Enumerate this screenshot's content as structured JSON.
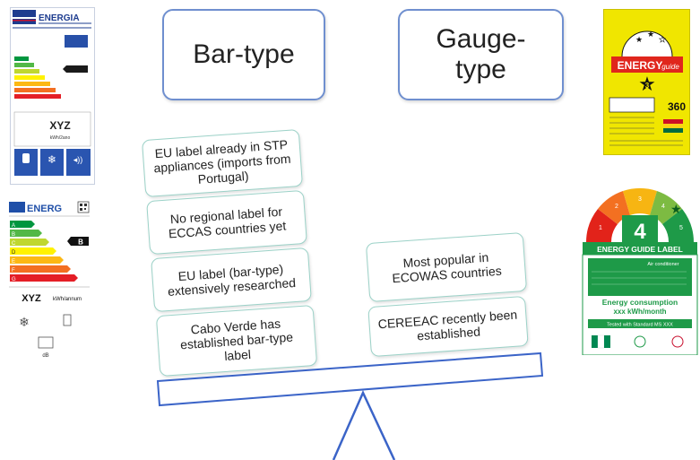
{
  "headers": {
    "bar_type": "Bar-type",
    "gauge_type": "Gauge-type"
  },
  "bar_cards": [
    "EU label already in STP appliances (imports from Portugal)",
    "No regional label for ECCAS countries yet",
    "EU label (bar-type) extensively researched",
    "Cabo Verde has established bar-type label"
  ],
  "gauge_cards": [
    "Most popular in ECOWAS countries",
    "CEREEAC recently been established"
  ],
  "labels": {
    "cabo_verde": {
      "brand": "ENERGIA",
      "value": "XYZ",
      "unit": "kWh/2ano"
    },
    "eu": {
      "brand": "ENERG",
      "class": "B",
      "value": "XYZ",
      "unit": "kWh/annum",
      "letters": [
        "A",
        "B",
        "C",
        "D",
        "E",
        "F",
        "G"
      ]
    },
    "ghana": {
      "brand": "ENERGY",
      "suffix": "guide",
      "rating": "3",
      "value": "360"
    },
    "nigeria": {
      "title": "ENERGY GUIDE LABEL",
      "gauge_value": "4",
      "appliance": "Air conditioner",
      "consumption_title": "Energy consumption",
      "consumption_value": "xxx kWh/month",
      "footer": "Tested with Standard MS XXX",
      "gauge_segments": [
        "1",
        "2",
        "3",
        "4",
        "5"
      ]
    }
  },
  "colors": {
    "header_border": "#6f8fcf",
    "card_border": "#9cd2c8",
    "seesaw": "#3b64c8"
  }
}
